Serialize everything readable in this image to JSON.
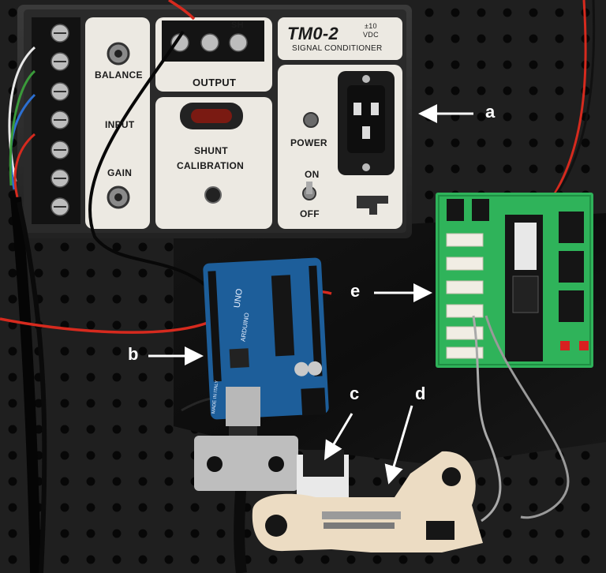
{
  "signal_conditioner": {
    "model": "TM0-2",
    "range_top": "±10",
    "range_bottom": "VDC",
    "subtitle": "SIGNAL CONDITIONER",
    "balance": "BALANCE",
    "input": "INPUT",
    "gain": "GAIN",
    "output": "OUTPUT",
    "sh": "SH",
    "shunt_line1": "SHUNT",
    "shunt_line2": "CALIBRATION",
    "power": "POWER",
    "on": "ON",
    "off": "OFF"
  },
  "arduino": {
    "board_name": "UNO",
    "brand": "ARDUINO",
    "origin": "MADE IN ITALY"
  },
  "annotations": {
    "a": "a",
    "b": "b",
    "c": "c",
    "d": "d",
    "e": "e"
  },
  "colors": {
    "background": "#1a1a1a",
    "panel": "#ece9e2",
    "arduino": "#1d5e9a",
    "green_board": "#2fb35a",
    "printed_part": "#ecdcc3",
    "red_wire": "#d62a1e",
    "annotation": "#ffffff"
  }
}
